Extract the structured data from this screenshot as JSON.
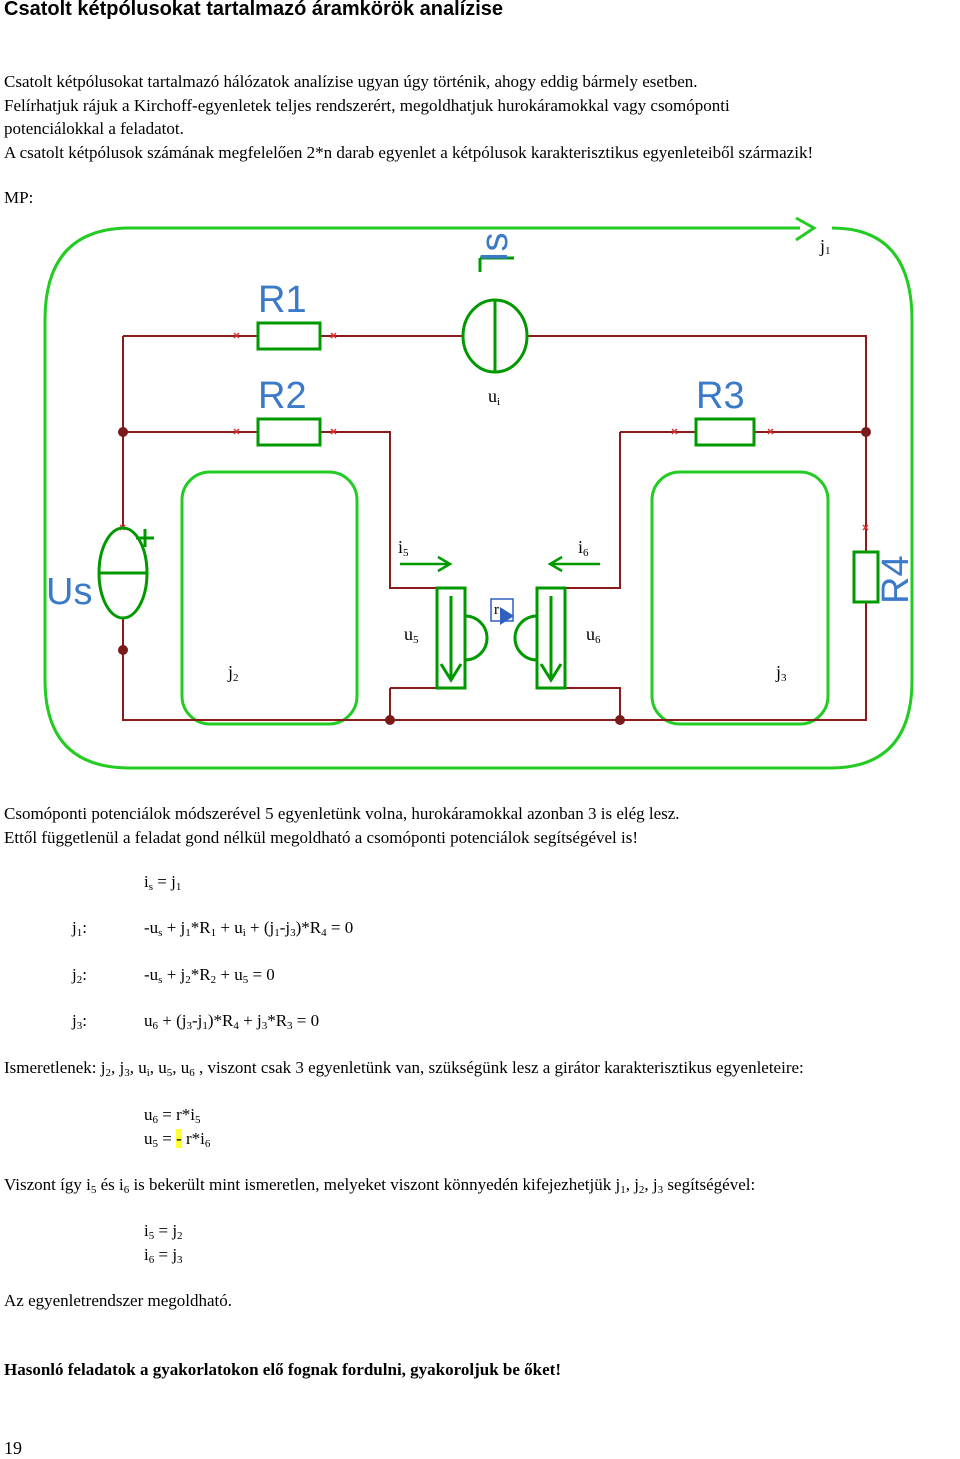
{
  "title": "Csatolt kétpólusokat tartalmazó áramkörök analízise",
  "intro": [
    "Csatolt kétpólusokat tartalmazó hálózatok analízise ugyan úgy történik, ahogy eddig bármely esetben.",
    "Felírhatjuk rájuk a Kirchoff-egyenletek teljes rendszerért, megoldhatjuk hurokáramokkal vagy csomóponti",
    "potenciálokkal a feladatot.",
    "A csatolt kétpólusok számának megfelelően 2*n darab egyenlet a kétpólusok karakterisztikus egyenleteiből származik!"
  ],
  "mp_label": "MP:",
  "diagram": {
    "R1": "R1",
    "R2": "R2",
    "R3": "R3",
    "R4": "R4",
    "Us": "Us",
    "Is": "Is",
    "plus": "+",
    "gyrator": "r",
    "j1": [
      "j",
      "1"
    ],
    "j2": [
      "j",
      "2"
    ],
    "j3": [
      "j",
      "3"
    ],
    "ui": [
      "u",
      "i"
    ],
    "i5": [
      "i",
      "5"
    ],
    "i6": [
      "i",
      "6"
    ],
    "u5": [
      "u",
      "5"
    ],
    "u6": [
      "u",
      "6"
    ]
  },
  "text2": [
    "Csomóponti potenciálok módszerével 5 egyenletünk volna, hurokáramokkal azonban 3 is elég lesz.",
    "Ettől függetlenül a feladat gond nélkül megoldható a csomóponti potenciálok segítségével is!"
  ],
  "eq_is": [
    [
      "i",
      ""
    ],
    [
      "s",
      "sub"
    ],
    [
      " = j",
      ""
    ],
    [
      "1",
      "sub"
    ]
  ],
  "loops": [
    {
      "label": [
        [
          "j",
          ""
        ],
        [
          "1",
          "sub"
        ],
        [
          ":",
          ""
        ]
      ],
      "eq": [
        [
          "-u",
          ""
        ],
        [
          "s",
          "sub"
        ],
        [
          " + j",
          ""
        ],
        [
          "1",
          "sub"
        ],
        [
          "*R",
          ""
        ],
        [
          "1",
          "sub"
        ],
        [
          " + u",
          ""
        ],
        [
          "i",
          "sub"
        ],
        [
          " + (j",
          ""
        ],
        [
          "1",
          "sub"
        ],
        [
          "-j",
          ""
        ],
        [
          "3",
          "sub"
        ],
        [
          ")*R",
          ""
        ],
        [
          "4",
          "sub"
        ],
        [
          " = 0",
          ""
        ]
      ]
    },
    {
      "label": [
        [
          "j",
          ""
        ],
        [
          "2",
          "sub"
        ],
        [
          ":",
          ""
        ]
      ],
      "eq": [
        [
          "-u",
          ""
        ],
        [
          "s",
          "sub"
        ],
        [
          " + j",
          ""
        ],
        [
          "2",
          "sub"
        ],
        [
          "*R",
          ""
        ],
        [
          "2",
          "sub"
        ],
        [
          " + u",
          ""
        ],
        [
          "5",
          "sub"
        ],
        [
          " = 0",
          ""
        ]
      ]
    },
    {
      "label": [
        [
          "j",
          ""
        ],
        [
          "3",
          "sub"
        ],
        [
          ":",
          ""
        ]
      ],
      "eq": [
        [
          "u",
          ""
        ],
        [
          "6",
          "sub"
        ],
        [
          " + (j",
          ""
        ],
        [
          "3",
          "sub"
        ],
        [
          "-j",
          ""
        ],
        [
          "1",
          "sub"
        ],
        [
          ")*R",
          ""
        ],
        [
          "4",
          "sub"
        ],
        [
          " + j",
          ""
        ],
        [
          "3",
          "sub"
        ],
        [
          "*R",
          ""
        ],
        [
          "3",
          "sub"
        ],
        [
          " = 0",
          ""
        ]
      ]
    }
  ],
  "unknowns": [
    [
      "Ismeretlenek: j",
      ""
    ],
    [
      "2",
      "sub"
    ],
    [
      ", j",
      ""
    ],
    [
      "3",
      "sub"
    ],
    [
      ", u",
      ""
    ],
    [
      "i",
      "sub"
    ],
    [
      ", u",
      ""
    ],
    [
      "5",
      "sub"
    ],
    [
      ", u",
      ""
    ],
    [
      "6",
      "sub"
    ],
    [
      " , viszont csak 3 egyenletünk van, szükségünk lesz a girátor karakterisztikus egyenleteire:",
      ""
    ]
  ],
  "gyr_eqs": [
    [
      [
        "u",
        ""
      ],
      [
        "6",
        "sub"
      ],
      [
        " = r*i",
        ""
      ],
      [
        "5",
        "sub"
      ]
    ],
    [
      [
        "u",
        ""
      ],
      [
        "5",
        "sub"
      ],
      [
        " = ",
        ""
      ],
      [
        "-",
        "hl"
      ],
      [
        " r*i",
        ""
      ],
      [
        "6",
        "sub"
      ]
    ]
  ],
  "text3": [
    [
      "Viszont így i",
      ""
    ],
    [
      "5",
      "sub"
    ],
    [
      " és i",
      ""
    ],
    [
      "6",
      "sub"
    ],
    [
      " is bekerült mint ismeretlen, melyeket viszont könnyedén kifejezhetjük j",
      ""
    ],
    [
      "1",
      "sub"
    ],
    [
      ", j",
      ""
    ],
    [
      "2",
      "sub"
    ],
    [
      ", j",
      ""
    ],
    [
      "3",
      "sub"
    ],
    [
      " segítségével:",
      ""
    ]
  ],
  "i_eqs": [
    [
      [
        "i",
        ""
      ],
      [
        "5",
        "sub"
      ],
      [
        " = j",
        ""
      ],
      [
        "2",
        "sub"
      ]
    ],
    [
      [
        "i",
        ""
      ],
      [
        "6",
        "sub"
      ],
      [
        " = j",
        ""
      ],
      [
        "3",
        "sub"
      ]
    ]
  ],
  "solvable": "Az egyenletrendszer megoldható.",
  "final_note": "Hasonló feladatok a gyakorlatokon elő fognak fordulni, gyakoroljuk be őket!",
  "page_number": "19",
  "colors": {
    "loop": "#22cc22",
    "wire": "#8b1a1a",
    "component": "#009900",
    "label": "#3a7ac8",
    "highlight": "#ffff33"
  }
}
